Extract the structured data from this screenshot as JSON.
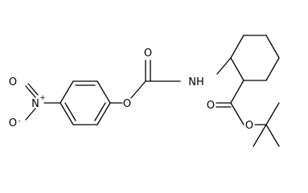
{
  "molecule": {
    "atoms": {
      "nitro_n": "N",
      "nitro_n_charge": "+",
      "nitro_o_top": "O",
      "nitro_o_minus": "O",
      "nitro_o_charge": "-",
      "ester_o": "O",
      "carbonyl_o_carbamate": "O",
      "amine": "NH",
      "carbonyl_o_ester": "O",
      "ester_o_tbu": "O"
    }
  }
}
